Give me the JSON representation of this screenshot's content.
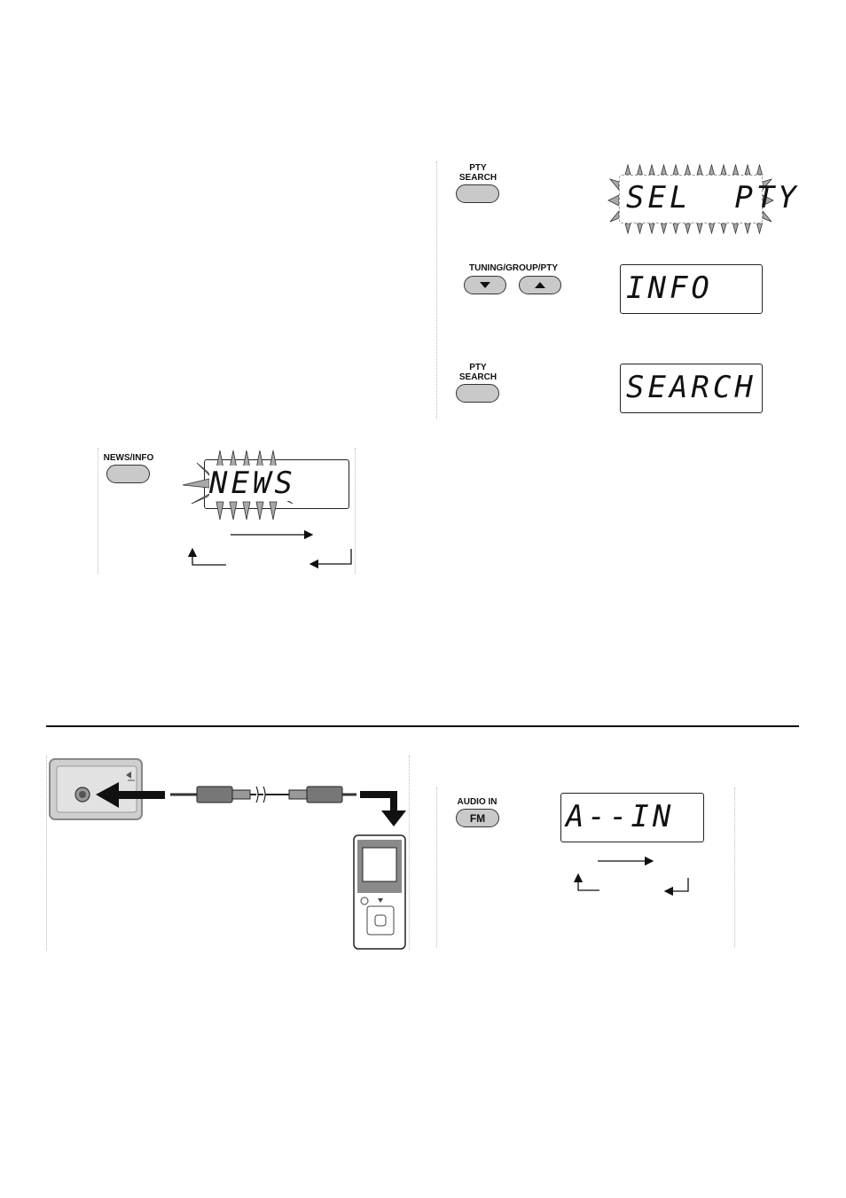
{
  "pty_section": {
    "step1_button_label": "PTY\nSEARCH",
    "step1_display": "SEL  PTY",
    "step2_button_label": "TUNING/GROUP/PTY",
    "step2_display": "INFO",
    "step3_button_label": "PTY\nSEARCH",
    "step3_display": "SEARCH"
  },
  "news_section": {
    "button_label": "NEWS/INFO",
    "display": "NEWS"
  },
  "audio_in_section": {
    "button_top_label": "AUDIO IN",
    "button_label": "FM",
    "display": "A--IN"
  },
  "icons": {
    "down_arrow": "triangle-down-icon",
    "up_arrow": "triangle-up-icon"
  }
}
